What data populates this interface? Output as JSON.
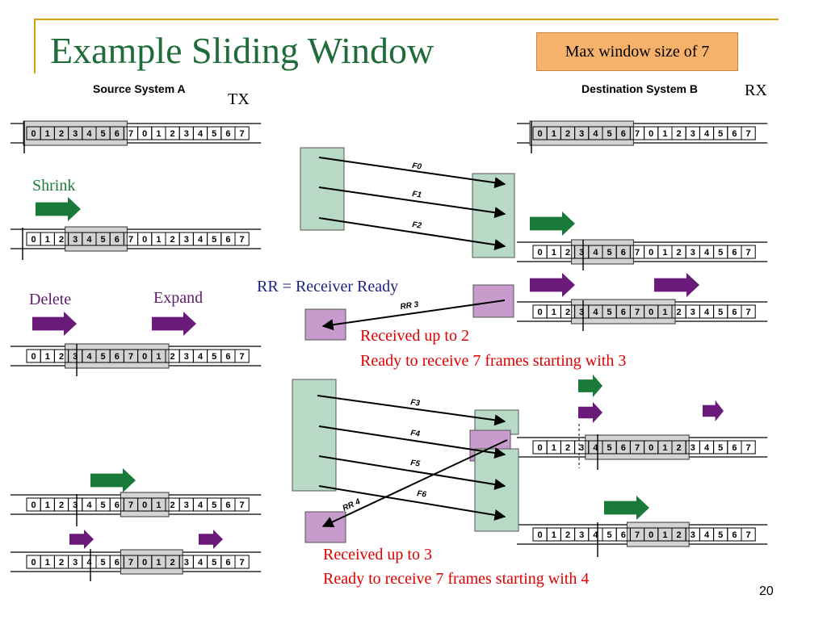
{
  "title": "Example Sliding Window",
  "note": "Max window size of 7",
  "page_number": "20",
  "source": {
    "heading": "Source System A",
    "tag": "TX"
  },
  "destination": {
    "heading": "Destination System B",
    "tag": "RX"
  },
  "labels": {
    "shrink": "Shrink",
    "delete": "Delete",
    "expand": "Expand",
    "rr_def": "RR = Receiver Ready"
  },
  "messages": {
    "msg1_line1": "Received up to 2",
    "msg1_line2": "Ready to receive 7 frames starting with 3",
    "msg2_line1": "Received up to 3",
    "msg2_line2": "Ready to receive 7 frames starting with 4"
  },
  "sequence": [
    "0",
    "1",
    "2",
    "3",
    "4",
    "5",
    "6",
    "7",
    "0",
    "1",
    "2",
    "3",
    "4",
    "5",
    "6",
    "7"
  ],
  "frames": [
    "F0",
    "F1",
    "F2",
    "F3",
    "F4",
    "F5",
    "F6"
  ],
  "acks": [
    "RR 3",
    "RR 4"
  ],
  "strips": [
    {
      "side": "A",
      "start": 0,
      "len": 7
    },
    {
      "side": "A",
      "start": 3,
      "len": 4
    },
    {
      "side": "A",
      "start": 3,
      "len": 7
    },
    {
      "side": "A",
      "start": 7,
      "len": 3
    },
    {
      "side": "A",
      "start": 7,
      "len": 4
    },
    {
      "side": "B",
      "start": 0,
      "len": 7
    },
    {
      "side": "B",
      "start": 3,
      "len": 4
    },
    {
      "side": "B",
      "start": 3,
      "len": 7
    },
    {
      "side": "B",
      "start": 4,
      "len": 7
    },
    {
      "side": "B",
      "start": 7,
      "len": 4
    }
  ],
  "colors": {
    "title": "#1f6b3a",
    "window": "#d3d3d3",
    "green_arrow": "#1a7a3a",
    "purple_arrow": "#6a1b7a",
    "green_box": "#b7d9c6",
    "purple_box": "#c79ccc",
    "note_bg": "#f6b26b",
    "message": "#e00000"
  },
  "icons": {
    "green_arrow": "right-arrow-icon",
    "purple_arrow": "right-arrow-icon"
  }
}
